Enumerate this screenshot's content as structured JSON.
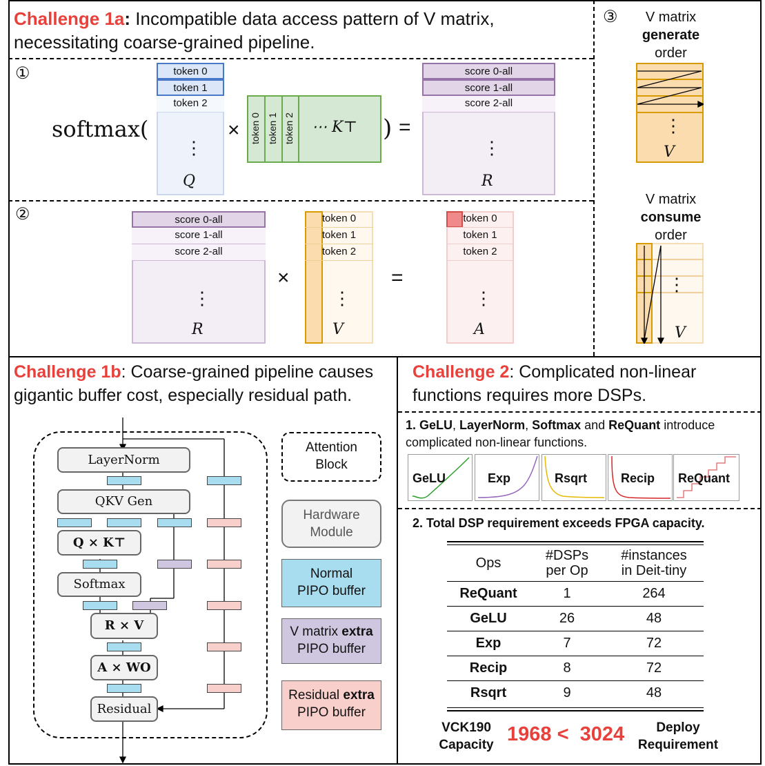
{
  "c1a": {
    "label": "Challenge 1a",
    "colon": ":",
    "text1": " Incompatible data access pattern of V matrix,",
    "text2": "necessitating coarse-grained pipeline."
  },
  "step1": "①",
  "step2": "②",
  "step3": "③",
  "softmax": "softmax(",
  "times": "×",
  "equals": "=",
  "close_paren": ")",
  "q_tokens": [
    "token 0",
    "token 1",
    "token 2"
  ],
  "q_label": "Q",
  "k_tokens": [
    "token 0",
    "token 1",
    "token 2"
  ],
  "k_label": "⋯ K⊤",
  "r_scores": [
    "score 0-all",
    "score 1-all",
    "score 2-all"
  ],
  "r_label": "R",
  "v_tokens": [
    "token 0",
    "token 1",
    "token 2"
  ],
  "v_label": "V",
  "a_tokens": [
    "token 0",
    "token 1",
    "token 2"
  ],
  "a_label": "A",
  "vdots": "⋮",
  "gen": {
    "l1": "V matrix",
    "l2": "generate",
    "l3": "order",
    "v": "V"
  },
  "con": {
    "l1": "V matrix",
    "l2": "consume",
    "l3": "order",
    "v": "V"
  },
  "c1b": {
    "label": "Challenge 1b",
    "colon": ":",
    "text1": " Coarse-grained pipeline causes",
    "text2": "gigantic buffer cost, especially residual path."
  },
  "blocks": {
    "layernorm": "LayerNorm",
    "qkv": "QKV Gen",
    "qk": "Q × K⊤",
    "softmax": "Softmax",
    "rv": "R × V",
    "awo": "A × WO",
    "residual": "Residual"
  },
  "legend": {
    "attn1": "Attention",
    "attn2": "Block",
    "hw1": "Hardware",
    "hw2": "Module",
    "normal1": "Normal",
    "normal2": "PIPO buffer",
    "v1": "V matrix ",
    "v1b": "extra",
    "v2": "PIPO buffer",
    "res1": "Residual ",
    "res1b": "extra",
    "res2": "PIPO buffer"
  },
  "c2": {
    "label": "Challenge 2",
    "colon": ":",
    "text1": "  Complicated non-linear",
    "text2": "functions requires more DSPs."
  },
  "point1": {
    "prefix": "1. ",
    "b1": "GeLU",
    "s1": ", ",
    "b2": "LayerNorm",
    "s2": ", ",
    "b3": "Softmax",
    "s3": " and ",
    "b4": "ReQuant",
    "s4": " introduce",
    "line2": "complicated non-linear functions."
  },
  "funcs": [
    "GeLU",
    "Exp",
    "Rsqrt",
    "Recip",
    "ReQuant"
  ],
  "point2": "2. Total DSP requirement exceeds FPGA capacity.",
  "table": {
    "headers": [
      "Ops",
      "#DSPs per Op",
      "#instances in Deit-tiny"
    ],
    "rows": [
      [
        "ReQuant",
        "1",
        "264"
      ],
      [
        "GeLU",
        "26",
        "48"
      ],
      [
        "Exp",
        "7",
        "72"
      ],
      [
        "Recip",
        "8",
        "72"
      ],
      [
        "Rsqrt",
        "9",
        "48"
      ]
    ]
  },
  "capacity": {
    "l1": "VCK190",
    "l2": "Capacity",
    "left": "1968",
    "cmp": "<",
    "right": "3024",
    "r1": "Deploy",
    "r2": "Requirement"
  },
  "colors": {
    "red": "#e8413c",
    "blue": "#dbe7f8",
    "blue_border": "#4a78c8",
    "green": "#d5e8d4",
    "green_border": "#6aaa4c",
    "purple": "#e1d5e7",
    "purple_border": "#9673a6",
    "orange": "#fff0d9",
    "orange_border": "#d79b00",
    "pink": "#fde6e6",
    "pink_border": "#e07b7b",
    "cyan": "#a8dcef"
  }
}
